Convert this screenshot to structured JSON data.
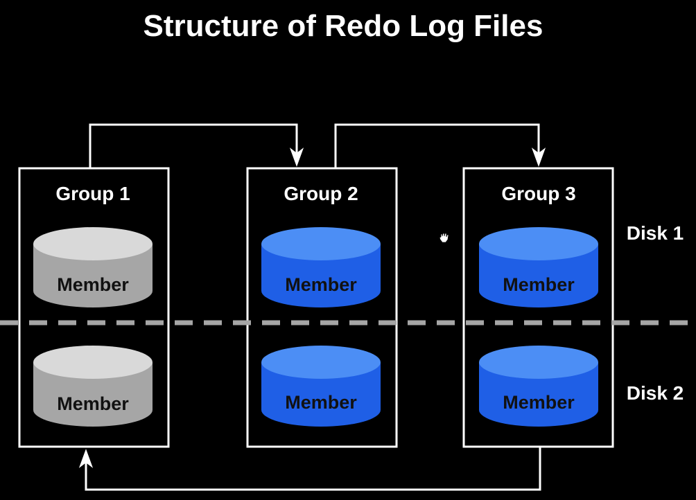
{
  "title": "Structure of Redo Log Files",
  "colors": {
    "background": "#000000",
    "foreground": "#ffffff",
    "inactive_member_top": "#d9d9d9",
    "inactive_member_body": "#a6a6a6",
    "active_member_top": "#4c8ef5",
    "active_member_body": "#1f5fe6",
    "disk_separator": "#a6a6a6",
    "member_text": "#111111"
  },
  "groups": [
    {
      "label": "Group 1",
      "status": "inactive",
      "members": [
        {
          "label": "Member",
          "disk": "Disk 1"
        },
        {
          "label": "Member",
          "disk": "Disk 2"
        }
      ]
    },
    {
      "label": "Group 2",
      "status": "active",
      "members": [
        {
          "label": "Member",
          "disk": "Disk 1"
        },
        {
          "label": "Member",
          "disk": "Disk 2"
        }
      ]
    },
    {
      "label": "Group 3",
      "status": "active",
      "members": [
        {
          "label": "Member",
          "disk": "Disk 1"
        },
        {
          "label": "Member",
          "disk": "Disk 2"
        }
      ]
    }
  ],
  "disks": [
    "Disk 1",
    "Disk 2"
  ],
  "flow": [
    {
      "from": "Group 1",
      "to": "Group 2"
    },
    {
      "from": "Group 2",
      "to": "Group 3"
    },
    {
      "from": "Group 3",
      "to": "Group 1"
    }
  ]
}
